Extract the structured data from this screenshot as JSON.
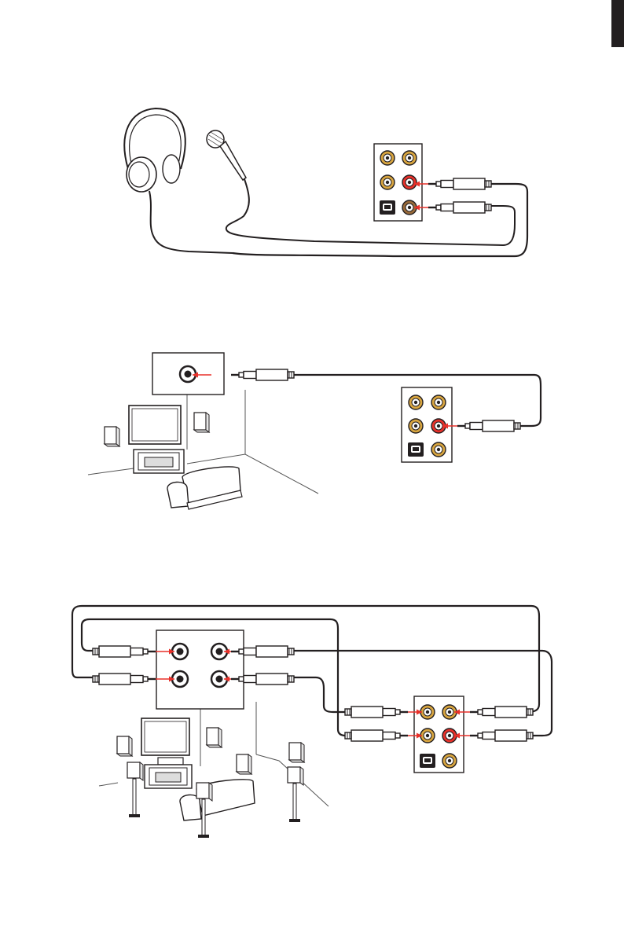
{
  "colors": {
    "line": "#231f20",
    "jack_red": "#e8312a",
    "jack_orange": "#d9a640",
    "jack_brown": "#8a5a2b",
    "arrow_red": "#e8312a",
    "wall_gray": "#555555"
  },
  "diagrams": [
    {
      "name": "headphone-and-microphone-connection",
      "jack_colors": [
        "orange",
        "orange",
        "orange",
        "red",
        "optical",
        "brown"
      ]
    },
    {
      "name": "stereo-speaker-connection",
      "jack_colors": [
        "orange",
        "orange",
        "orange",
        "red",
        "optical",
        "orange"
      ]
    },
    {
      "name": "surround-speaker-connection",
      "jack_colors": [
        "orange",
        "orange",
        "orange",
        "red",
        "optical",
        "orange"
      ]
    }
  ],
  "icons": [
    "page-edge-mark-icon",
    "headphones-icon",
    "microphone-icon",
    "audio-jack-panel-icon",
    "optical-port-icon",
    "plug-icon",
    "speaker-icon",
    "tv-icon",
    "sofa-icon",
    "amplifier-icon",
    "arrow-icon"
  ]
}
